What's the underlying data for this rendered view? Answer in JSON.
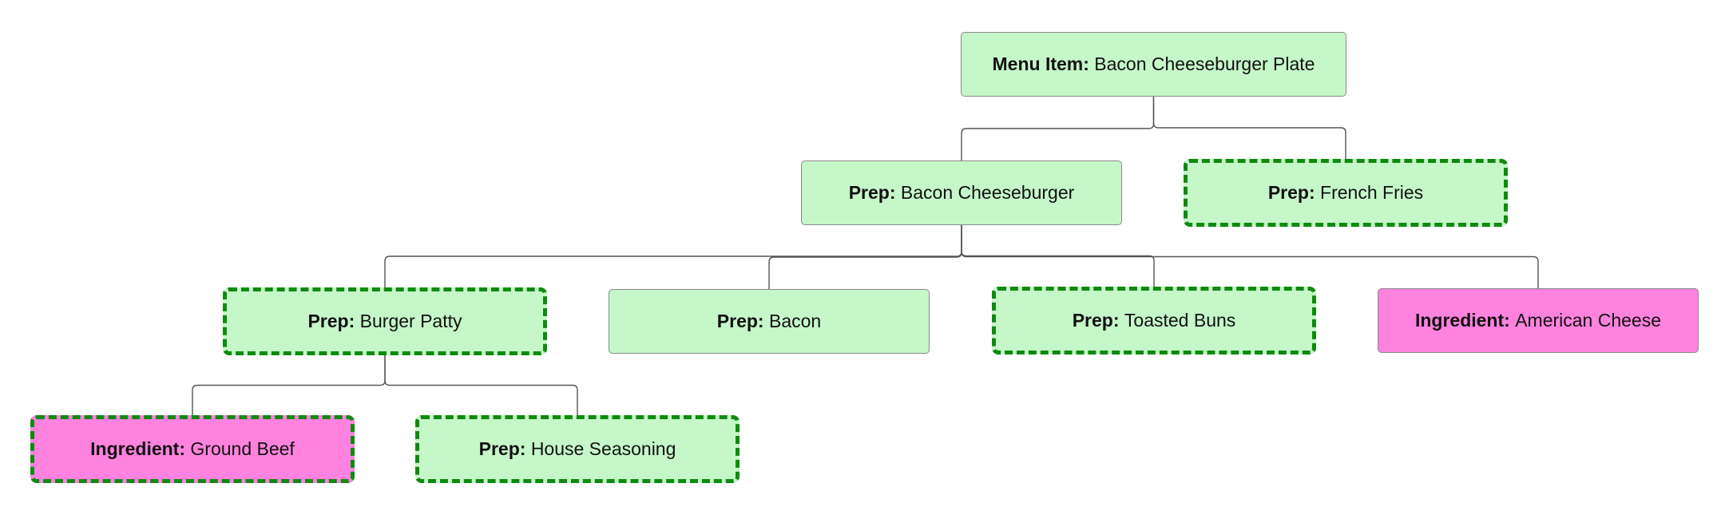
{
  "colors": {
    "prep_fill": "#c5f7c8",
    "ingredient_fill": "#ff82df",
    "dashed_border": "#0f8a0f",
    "solid_border": "#8a8a8a",
    "connector": "#555555"
  },
  "nodes": [
    {
      "id": "menu-item-bacon-cheeseburger-plate",
      "kind": "Menu Item",
      "label": "Bacon Cheeseburger Plate",
      "type": "prep",
      "style": "solid",
      "parent": null
    },
    {
      "id": "prep-bacon-cheeseburger",
      "kind": "Prep",
      "label": "Bacon Cheeseburger",
      "type": "prep",
      "style": "solid",
      "parent": "menu-item-bacon-cheeseburger-plate"
    },
    {
      "id": "prep-french-fries",
      "kind": "Prep",
      "label": "French Fries",
      "type": "prep",
      "style": "dashed",
      "parent": "menu-item-bacon-cheeseburger-plate"
    },
    {
      "id": "prep-burger-patty",
      "kind": "Prep",
      "label": "Burger Patty",
      "type": "prep",
      "style": "dashed",
      "parent": "prep-bacon-cheeseburger"
    },
    {
      "id": "prep-bacon",
      "kind": "Prep",
      "label": "Bacon",
      "type": "prep",
      "style": "solid",
      "parent": "prep-bacon-cheeseburger"
    },
    {
      "id": "prep-toasted-buns",
      "kind": "Prep",
      "label": "Toasted Buns",
      "type": "prep",
      "style": "dashed",
      "parent": "prep-bacon-cheeseburger"
    },
    {
      "id": "ingredient-american-cheese",
      "kind": "Ingredient",
      "label": "American Cheese",
      "type": "ingredient",
      "style": "solid",
      "parent": "prep-bacon-cheeseburger"
    },
    {
      "id": "ingredient-ground-beef",
      "kind": "Ingredient",
      "label": "Ground Beef",
      "type": "ingredient",
      "style": "dashed",
      "parent": "prep-burger-patty"
    },
    {
      "id": "prep-house-seasoning",
      "kind": "Prep",
      "label": "House Seasoning",
      "type": "prep",
      "style": "dashed",
      "parent": "prep-burger-patty"
    }
  ]
}
